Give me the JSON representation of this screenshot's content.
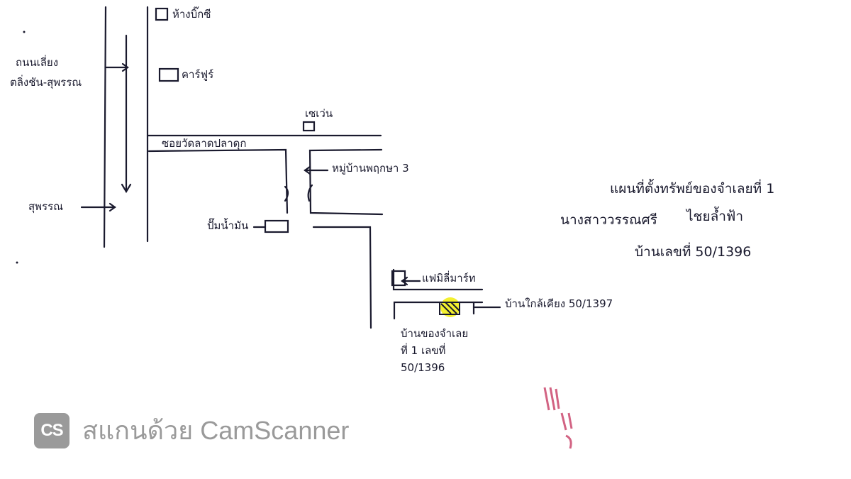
{
  "map": {
    "road_main_label": [
      "ถนนเลี่ยง",
      "ตลิ่งชัน-สุพรรณ"
    ],
    "to_suphan_label": "สุพรรณ",
    "soi_label": "ซอยวัดลาดปลาดุก",
    "landmarks": {
      "big_c": "ห้างบิ๊กซี",
      "carefour": "คาร์ฟูร์",
      "seven_eleven": "เซเว่น",
      "village": "หมู่บ้านพฤกษา 3",
      "gas_station": "ปั๊มน้ำมัน",
      "family_mart": "แฟมิลี่มาร์ท",
      "neighbor": "บ้านใกล้เคียง 50/1397"
    },
    "target_house": [
      "บ้านของจำเลย",
      "ที่ 1 เลขที่",
      "50/1396"
    ],
    "title": {
      "line1": "แผนที่ตั้งทรัพย์ของจำเลยที่ 1",
      "name_prefix": "นางสาววรรณศรี",
      "name_surname": "ไชยล้ำฟ้า",
      "house_no": "บ้านเลขที่ 50/1396"
    },
    "target_color": "#f2ee1a",
    "ink_color": "#1a1a2e"
  },
  "watermark": {
    "logo": "CS",
    "text": "สแกนด้วย CamScanner"
  }
}
